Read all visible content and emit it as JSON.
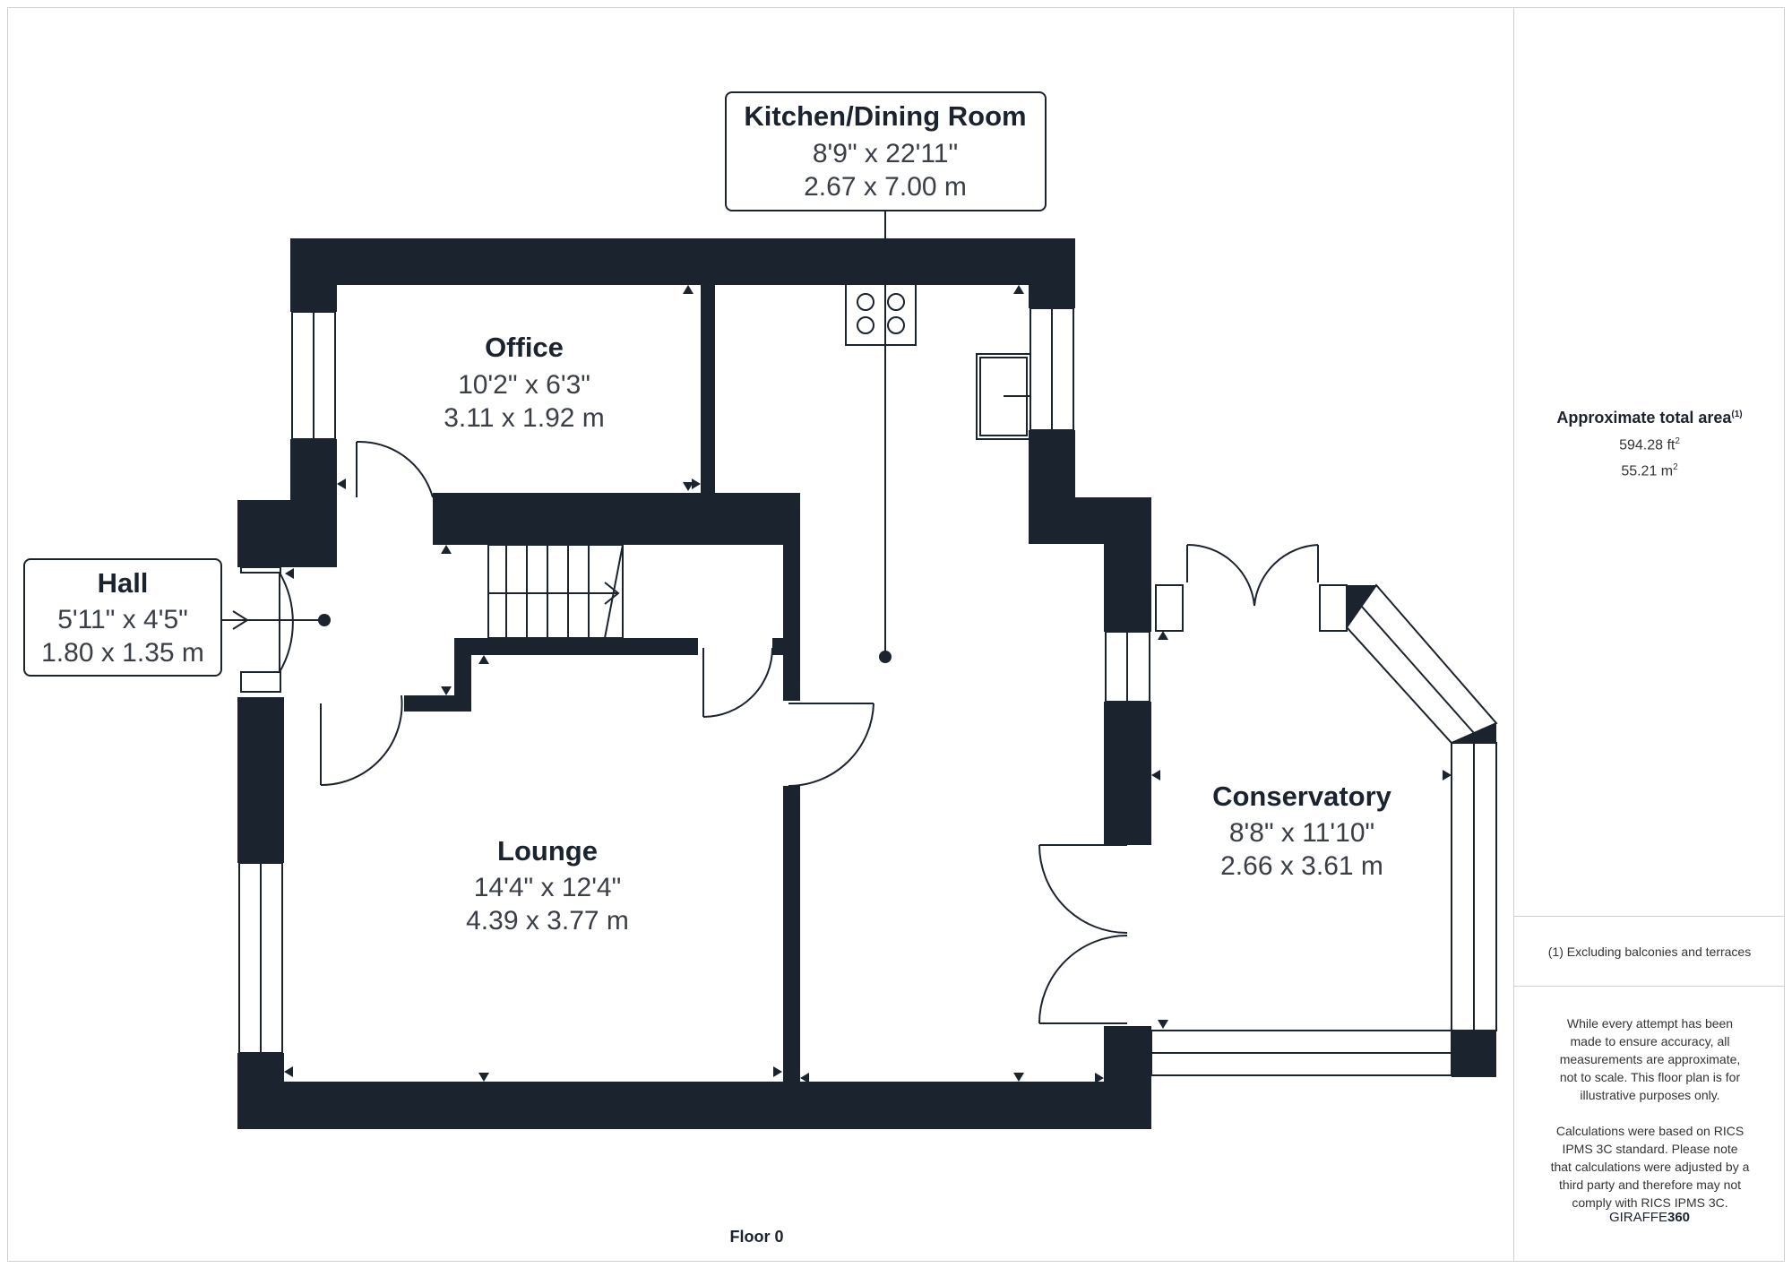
{
  "rooms": {
    "kitchen": {
      "name": "Kitchen/Dining Room",
      "imperial": "8'9\" x 22'11\"",
      "metric": "2.67 x 7.00 m"
    },
    "office": {
      "name": "Office",
      "imperial": "10'2\" x 6'3\"",
      "metric": "3.11 x 1.92 m"
    },
    "hall": {
      "name": "Hall",
      "imperial": "5'11\" x 4'5\"",
      "metric": "1.80 x 1.35 m"
    },
    "lounge": {
      "name": "Lounge",
      "imperial": "14'4\" x 12'4\"",
      "metric": "4.39 x 3.77 m"
    },
    "conservatory": {
      "name": "Conservatory",
      "imperial": "8'8\" x 11'10\"",
      "metric": "2.66 x 3.61 m"
    }
  },
  "floor_label": "Floor 0",
  "sidebar": {
    "area_title": "Approximate total area",
    "area_note_marker": "(1)",
    "area_imperial": "594.28 ft",
    "area_metric": "55.21 m",
    "unit_power": "2",
    "footnote": "(1) Excluding balconies and terraces",
    "disclaimer_1": "While every attempt has been made to ensure accuracy, all measurements are approximate, not to scale. This floor plan is for illustrative purposes only.",
    "disclaimer_2": "Calculations were based on RICS IPMS 3C standard. Please note that calculations were adjusted by a third party and therefore may not comply with RICS IPMS 3C.",
    "brand_left": "GIRAFFE",
    "brand_right": "360"
  },
  "colors": {
    "wall": "#1b232f",
    "line": "#1b232f",
    "background": "#ffffff"
  }
}
